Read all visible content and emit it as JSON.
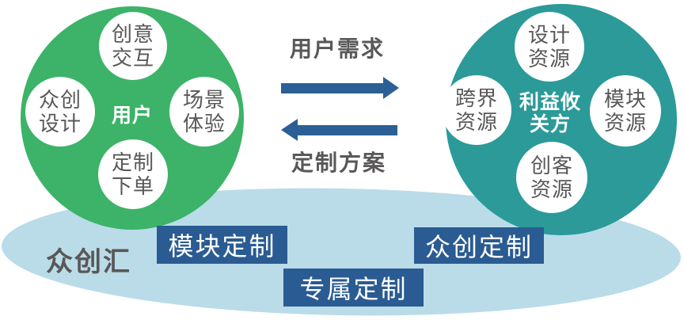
{
  "palette": {
    "user_circle_green": "#3cb368",
    "stakeholder_circle_teal": "#2b9a99",
    "arrow_blue": "#2b5f95",
    "platform_ellipse_blue": "#b9dce8",
    "custom_box_blue": "#2a5b92",
    "gray_text": "#595757",
    "white_text": "#ffffff"
  },
  "user_circle": {
    "center_label": "用户",
    "satellites": [
      {
        "label": "创意\n交互"
      },
      {
        "label": "众创\n设计"
      },
      {
        "label": "场景\n体验"
      },
      {
        "label": "定制\n下单"
      }
    ]
  },
  "stakeholder_circle": {
    "center_label": "利益攸\n关方",
    "satellites": [
      {
        "label": "设计\n资源"
      },
      {
        "label": "跨界\n资源"
      },
      {
        "label": "模块\n资源"
      },
      {
        "label": "创客\n资源"
      }
    ]
  },
  "flows": {
    "top_label": "用户需求",
    "bottom_label": "定制方案"
  },
  "platform": {
    "name": "众创汇",
    "boxes": [
      {
        "label": "模块定制"
      },
      {
        "label": "众创定制"
      },
      {
        "label": "专属定制"
      }
    ]
  }
}
